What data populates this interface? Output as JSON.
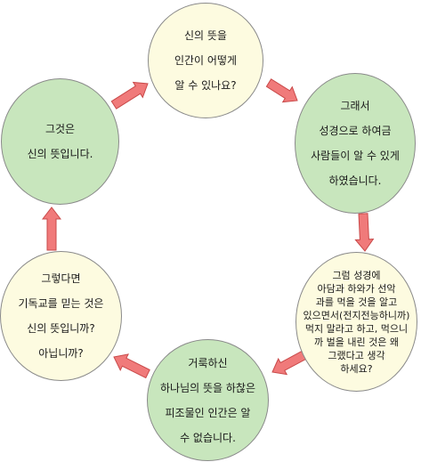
{
  "colors": {
    "question_fill": "#fdfbe0",
    "answer_fill": "#c8e6bd",
    "arrow_fill": "#f07a7a",
    "arrow_stroke": "#c94a4a",
    "border": "#8a8a8a"
  },
  "nodes": {
    "top": {
      "lines": [
        "신의 뜻을",
        "인간이 어떻게",
        "알 수 있나요?"
      ]
    },
    "upper_right": {
      "lines": [
        "그래서",
        "성경으로 하여금",
        "사람들이 알 수 있게",
        "하였습니다."
      ]
    },
    "lower_right": {
      "lines": [
        "그럼 성경에",
        "아담과 하와가 선악",
        "과를 먹을 것을 알고",
        "있으면서(전지전능하니까)",
        "먹지 말라고 하고, 먹으니",
        "까 벌을 내린 것은 왜",
        "그랬다고 생각",
        "하세요?"
      ]
    },
    "bottom": {
      "lines": [
        "거룩하신",
        "하나님의 뜻을 하찮은",
        "피조물인 인간은 알",
        "수 없습니다."
      ]
    },
    "lower_left": {
      "lines": [
        "그렇다면",
        "기독교를 믿는 것은",
        "신의 뜻입니까?",
        "아닙니까?"
      ]
    },
    "upper_left": {
      "lines": [
        "그것은",
        "신의 뜻입니다."
      ]
    }
  }
}
